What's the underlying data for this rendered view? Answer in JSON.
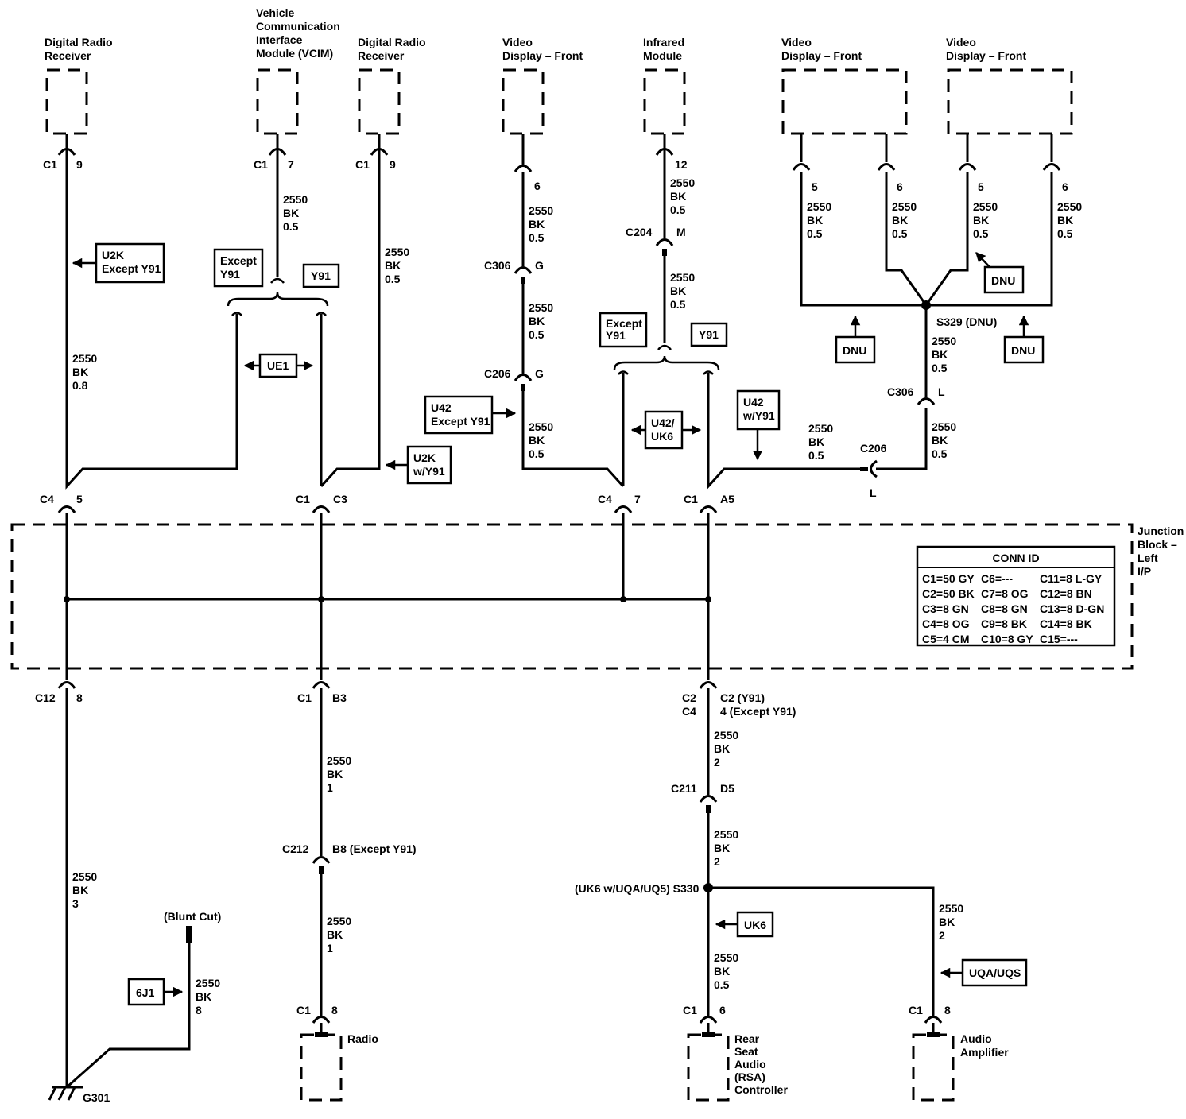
{
  "components": {
    "drr1": [
      "Digital Radio",
      "Receiver"
    ],
    "vcim": [
      "Vehicle",
      "Communication",
      "Interface",
      "Module (VCIM)"
    ],
    "drr2": [
      "Digital Radio",
      "Receiver"
    ],
    "vdf1": [
      "Video",
      "Display – Front"
    ],
    "ir": [
      "Infrared",
      "Module"
    ],
    "vdf2": [
      "Video",
      "Display – Front"
    ],
    "vdf3": [
      "Video",
      "Display – Front"
    ],
    "jb": [
      "Junction",
      "Block –",
      "Left",
      "I/P"
    ],
    "radio": [
      "Radio"
    ],
    "rsa": [
      "Rear",
      "Seat",
      "Audio",
      "(RSA)",
      "Controller"
    ],
    "amp": [
      "Audio",
      "Amplifier"
    ],
    "blunt": "(Blunt Cut)",
    "ground": "G301"
  },
  "pins": {
    "drr1": [
      "C1",
      "9"
    ],
    "vcim": [
      "C1",
      "7"
    ],
    "drr2": [
      "C1",
      "9"
    ],
    "vdf1": "6",
    "ir": "12",
    "vdf2a": "5",
    "vdf2b": "6",
    "vdf3a": "5",
    "vdf3b": "6",
    "jb_c4_5": [
      "C4",
      "5"
    ],
    "jb_c1_c3": [
      "C1",
      "C3"
    ],
    "jb_c4_7": [
      "C4",
      "7"
    ],
    "jb_c1_a5": [
      "C1",
      "A5"
    ],
    "jb_c12_8": [
      "C12",
      "8"
    ],
    "jb_c1_b3": [
      "C1",
      "B3"
    ],
    "jb_c2": [
      "C2",
      "C4"
    ],
    "jb_c2_desc": [
      "C2 (Y91)",
      "4 (Except Y91)"
    ],
    "radio": [
      "C1",
      "8"
    ],
    "rsa": [
      "C1",
      "6"
    ],
    "amp": [
      "C1",
      "8"
    ]
  },
  "inline_connectors": {
    "c306_g": [
      "C306",
      "G"
    ],
    "c206_g": [
      "C206",
      "G"
    ],
    "c204_m": [
      "C204",
      "M"
    ],
    "c306_l": [
      "C306",
      "L"
    ],
    "c206_l": [
      "C206",
      "L"
    ],
    "c211": [
      "C211",
      "D5"
    ],
    "c212": [
      "C212",
      "B8 (Except Y91)"
    ]
  },
  "splices": {
    "s329": "S329 (DNU)",
    "s330": "(UK6 w/UQA/UQ5) S330"
  },
  "wires": {
    "w_drr1": [
      "2550",
      "BK",
      "0.8"
    ],
    "w_vcim": [
      "2550",
      "BK",
      "0.5"
    ],
    "w_drr2": [
      "2550",
      "BK",
      "0.5"
    ],
    "w_vdf1_a": [
      "2550",
      "BK",
      "0.5"
    ],
    "w_vdf1_b": [
      "2550",
      "BK",
      "0.5"
    ],
    "w_vdf1_c": [
      "2550",
      "BK",
      "0.5"
    ],
    "w_ir_a": [
      "2550",
      "BK",
      "0.5"
    ],
    "w_ir_b": [
      "2550",
      "BK",
      "0.5"
    ],
    "w_vdf2a": [
      "2550",
      "BK",
      "0.5"
    ],
    "w_vdf2b": [
      "2550",
      "BK",
      "0.5"
    ],
    "w_vdf3a": [
      "2550",
      "BK",
      "0.5"
    ],
    "w_vdf3b": [
      "2550",
      "BK",
      "0.5"
    ],
    "w_s329": [
      "2550",
      "BK",
      "0.5"
    ],
    "w_s329_b": [
      "2550",
      "BK",
      "0.5"
    ],
    "w_c206": [
      "2550",
      "BK",
      "0.5"
    ],
    "w_g301": [
      "2550",
      "BK",
      "3"
    ],
    "w_6j1": [
      "2550",
      "BK",
      "8"
    ],
    "w_radio_a": [
      "2550",
      "BK",
      "1"
    ],
    "w_radio_b": [
      "2550",
      "BK",
      "1"
    ],
    "w_c2_a": [
      "2550",
      "BK",
      "2"
    ],
    "w_c2_b": [
      "2550",
      "BK",
      "2"
    ],
    "w_rsa": [
      "2550",
      "BK",
      "0.5"
    ],
    "w_amp": [
      "2550",
      "BK",
      "2"
    ]
  },
  "options": {
    "u2k_except": [
      "U2K",
      "Except Y91"
    ],
    "except_y91_1": [
      "Except",
      "Y91"
    ],
    "y91_1": [
      "Y91"
    ],
    "ue1": [
      "UE1"
    ],
    "u2k_w": [
      "U2K",
      "w/Y91"
    ],
    "u42_except": [
      "U42",
      "Except Y91"
    ],
    "except_y91_2": [
      "Except",
      "Y91"
    ],
    "y91_2": [
      "Y91"
    ],
    "u42_uk6": [
      "U42/",
      "UK6"
    ],
    "u42_w": [
      "U42",
      "w/Y91"
    ],
    "dnu1": [
      "DNU"
    ],
    "dnu2": [
      "DNU"
    ],
    "dnu3": [
      "DNU"
    ],
    "uk6": [
      "UK6"
    ],
    "uqa": [
      "UQA/UQS"
    ],
    "sixj1": [
      "6J1"
    ]
  },
  "conn_id": {
    "title": "CONN ID",
    "rows": [
      [
        "C1=50 GY",
        "C6=---",
        "C11=8 L-GY"
      ],
      [
        "C2=50 BK",
        "C7=8 OG",
        "C12=8 BN"
      ],
      [
        "C3=8 GN",
        "C8=8 GN",
        "C13=8 D-GN"
      ],
      [
        "C4=8 OG",
        "C9=8 BK",
        "C14=8 BK"
      ],
      [
        "C5=4 CM",
        "C10=8 GY",
        "C15=---"
      ]
    ]
  }
}
